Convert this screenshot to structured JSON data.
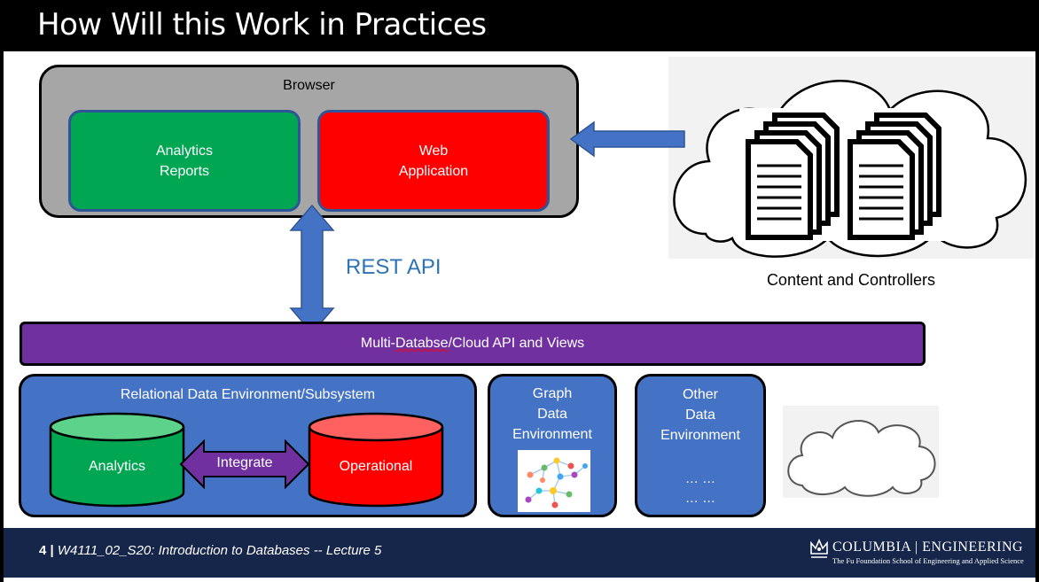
{
  "slide": {
    "title": "How Will this Work in Practices",
    "browser": {
      "label": "Browser",
      "analytics_box": "Analytics\nReports",
      "webapp_box": "Web\nApplication"
    },
    "cloud": {
      "label": "Content and Controllers"
    },
    "api_label": "REST API",
    "multi_bar": {
      "part1": "Multi-",
      "part2": "Databse",
      "part3": "/Cloud API and Views"
    },
    "relational": {
      "label": "Relational Data Environment/Subsystem",
      "analytics": "Analytics",
      "integrate": "Integrate",
      "operational": "Operational"
    },
    "graph": {
      "label": "Graph\nData\nEnvironment"
    },
    "other": {
      "label": "Other\nData\nEnvironment",
      "dots1": "… …",
      "dots2": "… …"
    },
    "footer": {
      "page": "4",
      "separator": " | ",
      "course": "W4111_02_S20:  Introduction to Databases -- Lecture  5"
    },
    "logo": {
      "main": "COLUMBIA | ENGINEERING",
      "sub": "The Fu Foundation School of Engineering and Applied Science"
    }
  },
  "colors": {
    "green": "#00a651",
    "red": "#ff0000",
    "blue": "#4472c4",
    "arrow_blue": "#4472c4",
    "purple": "#7030a0",
    "footer_navy": "#16264a",
    "api_text": "#2e74b5"
  },
  "icons": [
    "document-stack-icon",
    "cloud-icon",
    "graph-network-icon",
    "database-cylinder-icon",
    "double-arrow-icon",
    "columbia-crown-icon"
  ]
}
